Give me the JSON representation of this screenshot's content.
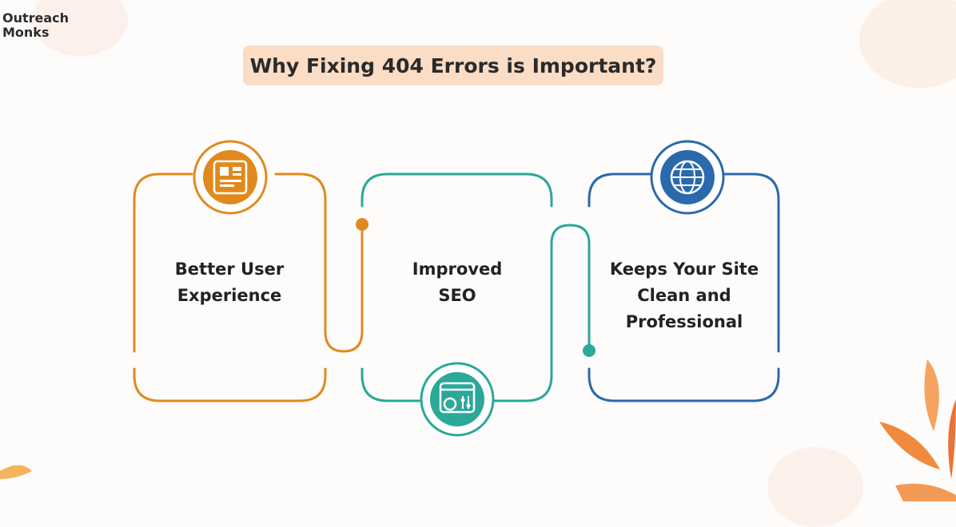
{
  "brand": {
    "line1": "Outreach",
    "line2": "Monks"
  },
  "title": "Why Fixing 404 Errors is Important?",
  "steps": [
    {
      "label_lines": [
        "Better User",
        "Experience"
      ],
      "icon": "user-experience-icon",
      "color": "#e08a1e"
    },
    {
      "label_lines": [
        "Improved",
        "SEO"
      ],
      "icon": "seo-settings-icon",
      "color": "#2aa898"
    },
    {
      "label_lines": [
        "Keeps Your Site",
        "Clean and",
        "Professional"
      ],
      "icon": "globe-icon",
      "color": "#2b69ad"
    }
  ]
}
